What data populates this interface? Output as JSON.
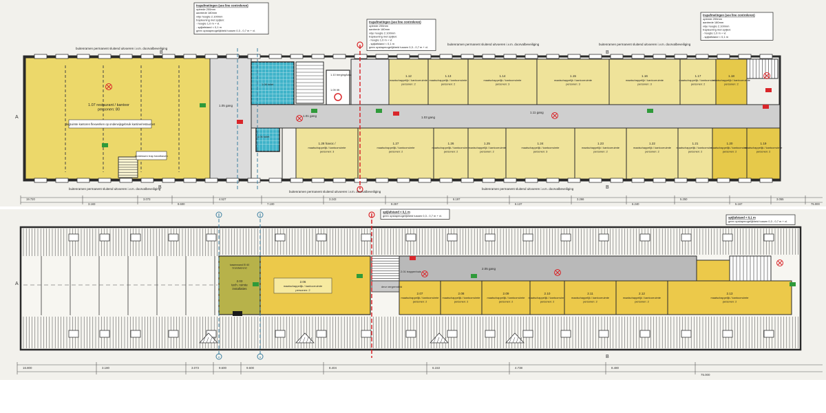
{
  "colors": {
    "paper": "#f4f3ef",
    "wall": "#2a2a2a",
    "office": "#efe39a",
    "office_dark": "#e6c94a",
    "big_hall": "#ecd86a",
    "corridor": "#b9b9b9",
    "corridor_top": "#c9c9c9",
    "tiles": "#3fb3c9",
    "olive": "#b7b24a",
    "exit_red": "#d9262a",
    "exit_green": "#2f9a3a",
    "dim_line": "#555555"
  },
  "top_plan": {
    "notes": [
      {
        "title": "trapafmetingen (see line controleren)",
        "lines": [
          "optrede 200mm",
          "aantrede 180mm",
          "vrije hoogte 2.100mm",
          "trapleuning met spijlen:",
          "- hoogte 1,0 m + vl.",
          "- spijlafstand < 0,1 m",
          "geen opstapmogelijkheid tussen 0,3 - 0,7 m + vl."
        ]
      },
      {
        "title": "trapafmetingen (see line controleren)",
        "lines": [
          "optrede 200mm",
          "aantrede 180mm",
          "vrije hoogte 2.100mm",
          "trapleuning met spijlen:",
          "- hoogte 1,0 m + vl.",
          "- spijlafstand < 0,1 m",
          "geen opstapmogelijkheid tussen 0,3 - 0,7 m + vl."
        ]
      },
      {
        "title": "trapafmetingen (see line controleren)",
        "lines": [
          "optrede 200mm",
          "aantrede 180mm",
          "vrije hoogte 2.100mm",
          "trapleuning met spijlen:",
          "- hoogte 1,0 m + vl.",
          "- spijlafstand < 0,1 m"
        ]
      }
    ],
    "facade_label": "buitenramen permanent sluitend uitvoeren i.v.m. doorvalbeveiliging",
    "big_hall": "1.07 restaurant / kantoor\npersonen: 80",
    "big_hall_note": "dagruimte kantoren flexwerken op onderwijsgebruik kantine/restaurant",
    "stair_label": "bordessen trap handhaven",
    "corridor_labels": [
      "1.01 gang",
      "1.11 gang",
      "1.05 gang",
      "1.03 gang"
    ],
    "rooms_top_row": [
      {
        "id": "1.12",
        "use": "maatschappelijk / kantoorruimte",
        "persons": "personen: 2"
      },
      {
        "id": "1.13",
        "use": "maatschappelijk / kantoorruimte",
        "persons": "personen: 2"
      },
      {
        "id": "1.14",
        "use": "maatschappelijk / kantoorruimte",
        "persons": "personen: 3"
      },
      {
        "id": "1.15",
        "use": "maatschappelijk / kantoorruimte",
        "persons": "personen: 3"
      },
      {
        "id": "1.16",
        "use": "maatschappelijk / kantoorruimte",
        "persons": "personen: 3"
      },
      {
        "id": "1.17",
        "use": "maatschappelijk / kantoorruimte",
        "persons": "personen: 2"
      },
      {
        "id": "1.18",
        "use": "maatschappelijk / kantoorruimte",
        "persons": "personen: 2"
      }
    ],
    "rooms_bottom_row": [
      {
        "id": "1.28 havoc /",
        "use": "maatschappelijk / kantoorruimte",
        "persons": "personen: 3"
      },
      {
        "id": "1.27",
        "use": "maatschappelijk / kantoorruimte",
        "persons": "personen: 2"
      },
      {
        "id": "1.26",
        "use": "maatschappelijk / kantoorruimte",
        "persons": "personen: 2"
      },
      {
        "id": "1.25",
        "use": "maatschappelijk / kantoorruimte",
        "persons": "personen: 2"
      },
      {
        "id": "1.24",
        "use": "maatschappelijk / kantoorruimte",
        "persons": "personen: 3"
      },
      {
        "id": "1.23",
        "use": "maatschappelijk / kantoorruimte",
        "persons": "personen: 2"
      },
      {
        "id": "1.22",
        "use": "maatschappelijk / kantoorruimte",
        "persons": "personen: 2"
      },
      {
        "id": "1.21",
        "use": "maatschappelijk / kantoorruimte",
        "persons": "personen: 2"
      },
      {
        "id": "1.20",
        "use": "maatschappelijk / kantoorruimte",
        "persons": "personen: 2"
      },
      {
        "id": "1.19",
        "use": "maatschappelijk / kantoorruimte",
        "persons": "personen: 2"
      }
    ],
    "core_labels": [
      "1.10 berging/kast",
      "1.08 toilet",
      "1.09 lift",
      "1.06 toilet"
    ],
    "section_marks": [
      "A",
      "B",
      "B",
      "B",
      "B"
    ],
    "dimensions": [
      "19.720",
      "3.183",
      "3.073",
      "9.600",
      "4.527",
      "7.100",
      "3.243",
      "9.257",
      "6.197",
      "6.137",
      "3.266",
      "6.240",
      "5.250",
      "5.167",
      "3.055",
      "75.000"
    ]
  },
  "bottom_plan": {
    "notes": [
      {
        "title": "spijlafstand < 0,1 m",
        "lines": [
          "geen opstapmogelijkheid tussen 0,3 - 0,7 m + vl."
        ]
      },
      {
        "title": "spijlafstand < 0,1 m",
        "lines": [
          "geen opstapmogelijkheid tussen 0,3 - 0,7 m + vl."
        ]
      }
    ],
    "olive_room": "2.03\ntech. ruimte\ninstallaties",
    "olive_note": "tussenwand EI 60\nbrandwerend",
    "big_room": {
      "id": "2.06",
      "use": "maatschappelijk / kantoorruimte",
      "persons": "personen: 2"
    },
    "stair_label": "2.01 trappenhuis",
    "stair_sub": "deur vergrendeld",
    "corridor_label": "2.05 gang",
    "rooms": [
      {
        "id": "2.07",
        "use": "maatschappelijk / kantoorruimte",
        "persons": "personen: 2"
      },
      {
        "id": "2.08",
        "use": "maatschappelijk / kantoorruimte",
        "persons": "personen: 2"
      },
      {
        "id": "2.09",
        "use": "maatschappelijk / kantoorruimte",
        "persons": "personen: 2"
      },
      {
        "id": "2.10",
        "use": "maatschappelijk / kantoorruimte",
        "persons": "personen: 2"
      },
      {
        "id": "2.11",
        "use": "maatschappelijk / kantoorruimte",
        "persons": "personen: 2"
      },
      {
        "id": "2.12",
        "use": "maatschappelijk / kantoorruimte",
        "persons": "personen: 2"
      },
      {
        "id": "2.13",
        "use": "maatschappelijk / kantoorruimte",
        "persons": "personen: 2"
      }
    ],
    "section_marks": [
      "B",
      "A"
    ],
    "dimensions": [
      "16.800",
      "3.180",
      "3.073",
      "9.600",
      "9.600",
      "8.404",
      "6.153",
      "4.738",
      "8.480",
      "75.000"
    ]
  }
}
